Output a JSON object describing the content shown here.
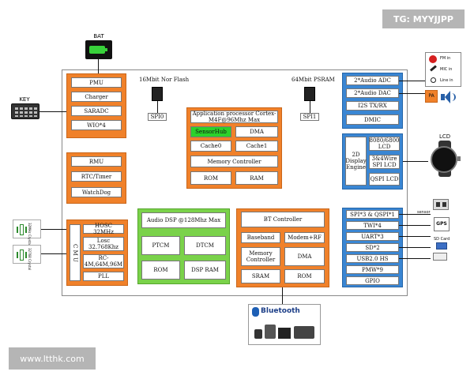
{
  "watermark": {
    "top_right": "TG: MYYJJPP",
    "bottom_left": "www.ltthk.com"
  },
  "peripherals": {
    "bat": "BAT",
    "key": "KEY",
    "lcd": "LCD",
    "fm_in": "FM in",
    "mic_in": "MIC in",
    "line_in": "Line in",
    "pa": "PA",
    "sensor": "sensor",
    "gps": "GPS",
    "sd_card": "SD Card",
    "xtal_32m": "32MHz Crystal",
    "xtal_32k": "32768 Crystal",
    "bluetooth": "Bluetooth"
  },
  "power_group": {
    "pmu": "PMU",
    "charger": "Charger",
    "saradc": "SARADC",
    "wio": "WIO*4"
  },
  "clock_group": {
    "rmu": "RMU",
    "rtc": "RTC/Timer",
    "watchdog": "WatchDog"
  },
  "cmu_group": {
    "cmu": "C M U",
    "hosc": "HOSC 32MHz",
    "losc": "Losc 32.768Khz",
    "rc": "RC-4M,64M,96M",
    "pll": "PLL"
  },
  "memory": {
    "nor_label": "16Mbit Nor Flash",
    "spi0": "SPI0",
    "psram_label": "64Mbit PSRAM",
    "spi1": "SPI1"
  },
  "app_proc": {
    "title": "Application processor Cortex-M4F@96Mhz Max",
    "sensorhub": "SensorHub",
    "dma": "DMA",
    "cache0": "Cache0",
    "cache1": "Cache1",
    "memctrl": "Memory Controller",
    "rom": "ROM",
    "ram": "RAM"
  },
  "dsp": {
    "title": "Audio DSP @128Mhz Max",
    "ptcm": "PTCM",
    "dtcm": "DTCM",
    "rom": "ROM",
    "dspram": "DSP RAM"
  },
  "bt": {
    "title": "BT Controller",
    "baseband": "Baseband",
    "modem": "Modem+RF",
    "memctrl": "Memory Controller",
    "dma": "DMA",
    "sram": "SRAM",
    "rom": "ROM"
  },
  "audio_group": {
    "adc": "2*Audio ADC",
    "dac": "2*Audio DAC",
    "i2s": "I2S TX/RX",
    "dmic": "DMIC"
  },
  "display_group": {
    "engine": "2D Display Engine",
    "lcd8080": "8080/6800 LCD",
    "spilcd": "3&4Wire SPI LCD",
    "qspilcd": "QSPI LCD"
  },
  "io_group": {
    "spi": "SPI*3 & QSPI*1",
    "twi": "TWI*4",
    "uart": "UART*3",
    "sd": "SD*2",
    "usb": "USB2.0 HS",
    "pmw": "PMW*9",
    "gpio": "GPIO"
  },
  "colors": {
    "orange": "#f0812a",
    "blue": "#3a86d3",
    "green": "#7ad24a",
    "sensorhub": "#2bd12b"
  }
}
